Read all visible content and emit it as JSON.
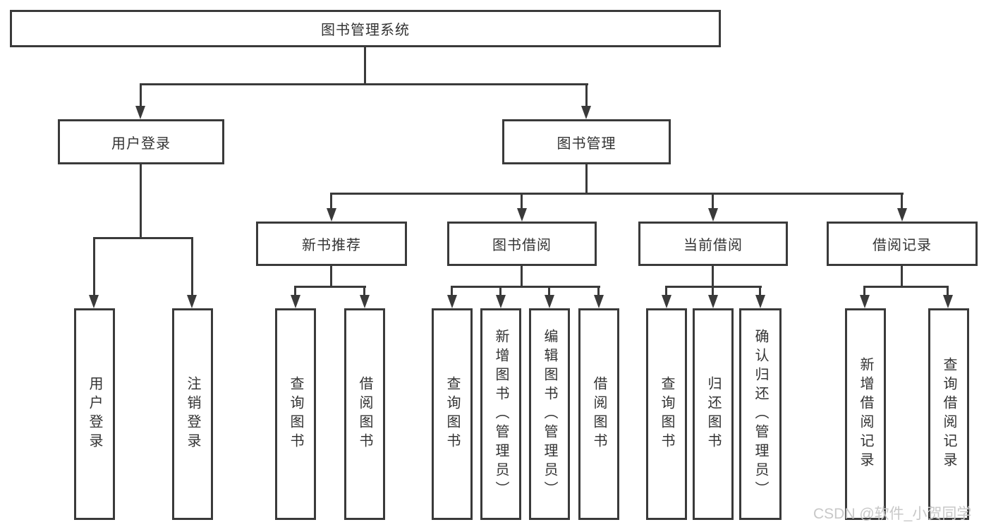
{
  "tree": {
    "root": {
      "label": "图书管理系统"
    },
    "branches": [
      {
        "label": "用户登录",
        "children": [
          {
            "label": "用户登录"
          },
          {
            "label": "注销登录"
          }
        ]
      },
      {
        "label": "图书管理",
        "children": [
          {
            "label": "新书推荐",
            "children": [
              {
                "label": "查询图书"
              },
              {
                "label": "借阅图书"
              }
            ]
          },
          {
            "label": "图书借阅",
            "children": [
              {
                "label": "查询图书"
              },
              {
                "label": "新增图书（管理员）"
              },
              {
                "label": "编辑图书（管理员）"
              },
              {
                "label": "借阅图书"
              }
            ]
          },
          {
            "label": "当前借阅",
            "children": [
              {
                "label": "查询图书"
              },
              {
                "label": "归还图书"
              },
              {
                "label": "确认归还（管理员）"
              }
            ]
          },
          {
            "label": "借阅记录",
            "children": [
              {
                "label": "新增借阅记录"
              },
              {
                "label": "查询借阅记录"
              }
            ]
          }
        ]
      }
    ]
  },
  "watermark": "CSDN @软件_小贺同学",
  "colors": {
    "line": "#3a3a3a",
    "text": "#333333",
    "watermark": "#c8c8c8",
    "background": "#ffffff"
  }
}
